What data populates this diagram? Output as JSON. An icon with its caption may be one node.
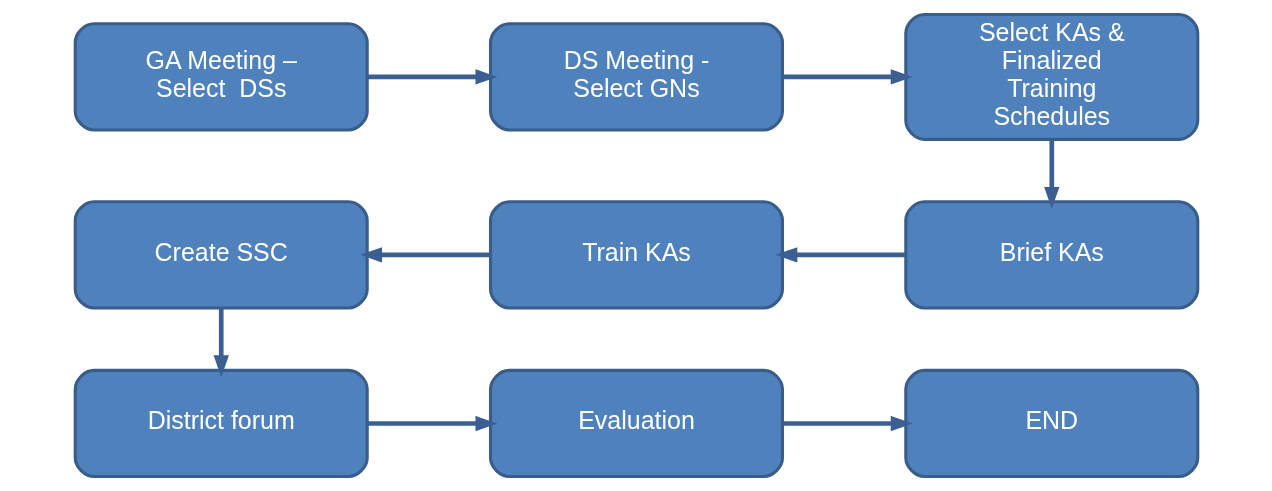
{
  "diagram": {
    "nodes": [
      {
        "text": [
          "GA Meeting – Select  DSs"
        ]
      },
      {
        "text": [
          "DS Meeting - Select GNs"
        ]
      },
      {
        "text": [
          "Select KAs & Finalized Training Schedules"
        ]
      },
      {
        "text": [
          "Brief KAs"
        ]
      },
      {
        "text": [
          "Train KAs"
        ]
      },
      {
        "text": [
          "Create SSC"
        ]
      },
      {
        "text": [
          "District forum"
        ]
      },
      {
        "text": [
          "Evaluation"
        ]
      },
      {
        "text": [
          "END"
        ]
      }
    ],
    "edges": [
      {
        "from": 0,
        "to": 1,
        "arrow": "to"
      },
      {
        "from": 1,
        "to": 2,
        "arrow": "to"
      },
      {
        "from": 2,
        "to": 3,
        "arrow": "to"
      },
      {
        "from": 3,
        "to": 4,
        "arrow": "to"
      },
      {
        "from": 4,
        "to": 5,
        "arrow": "to"
      },
      {
        "from": 5,
        "to": 6,
        "arrow": "to"
      },
      {
        "from": 6,
        "to": 7,
        "arrow": "to"
      },
      {
        "from": 7,
        "to": 8,
        "arrow": "to"
      }
    ]
  }
}
